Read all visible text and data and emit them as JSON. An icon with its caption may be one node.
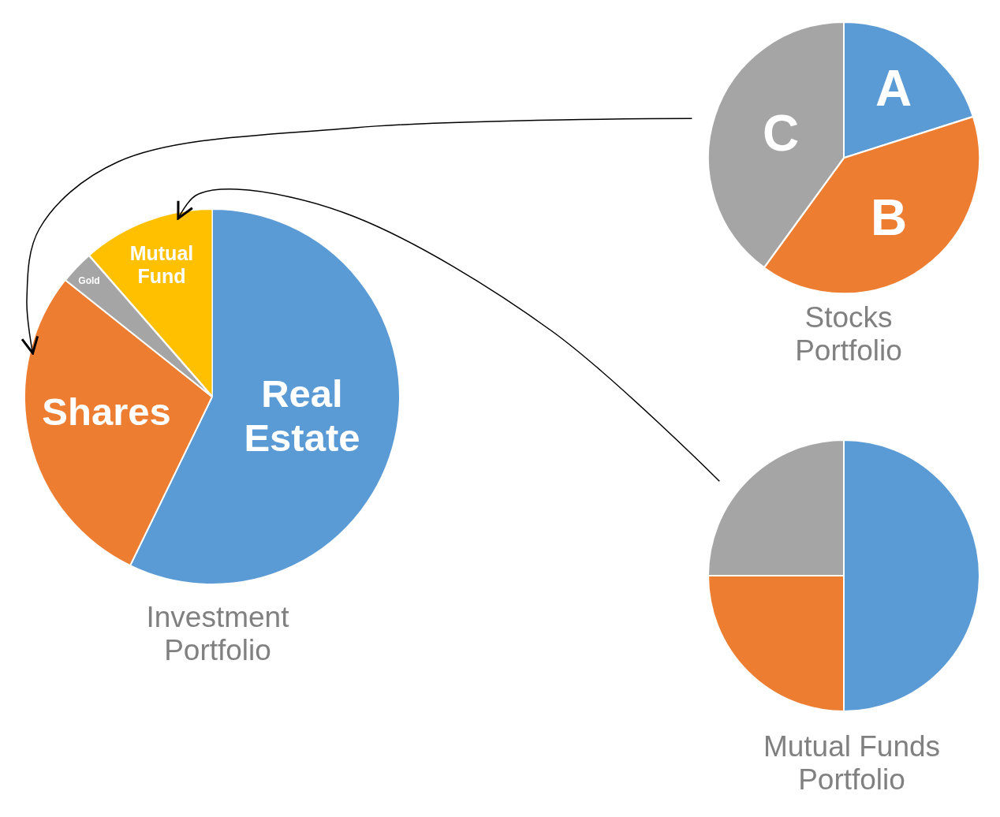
{
  "diagram": {
    "nodes": [
      {
        "text": [],
        "shape": "circle"
      },
      {
        "text": [
          "Real Estate"
        ],
        "in": 0
      },
      {
        "text": [
          "Shares"
        ],
        "in": 0
      },
      {
        "text": [
          "Gold"
        ],
        "in": 0
      },
      {
        "text": [
          "Mutual Fund"
        ],
        "in": 0
      },
      {
        "text": [],
        "shape": "circle"
      },
      {
        "text": [
          "A"
        ],
        "in": 5
      },
      {
        "text": [
          "B"
        ],
        "in": 5
      },
      {
        "text": [
          "C"
        ],
        "in": 5
      },
      {
        "text": [],
        "shape": "circle"
      },
      {
        "text": [],
        "shape": "slice",
        "in": 9
      },
      {
        "text": [],
        "shape": "slice",
        "in": 9
      },
      {
        "text": [],
        "shape": "slice",
        "in": 9
      }
    ],
    "edges": [
      {
        "from": 5,
        "to": 2,
        "arrow": "to"
      },
      {
        "from": 9,
        "to": 4,
        "arrow": "to"
      }
    ],
    "labels": [
      "Stocks Portfolio",
      "Investment Portfolio",
      "Mutual Funds Portfolio"
    ]
  }
}
